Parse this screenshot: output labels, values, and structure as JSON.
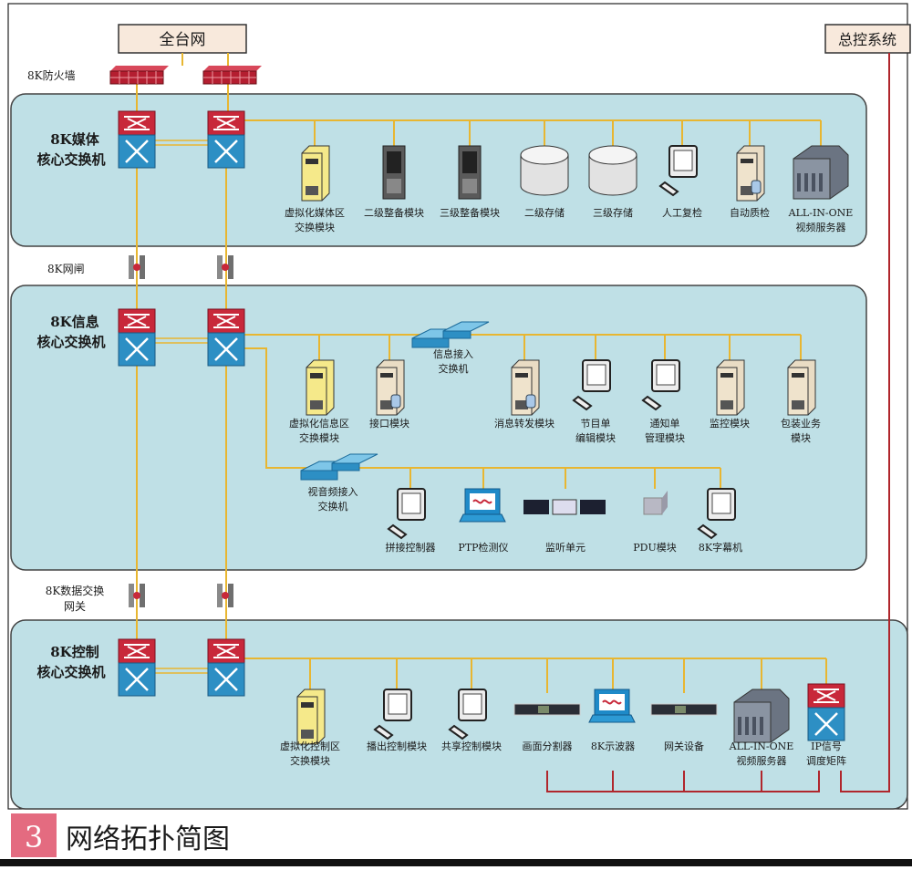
{
  "top": {
    "network": "全台网",
    "master_control": "总控系统",
    "firewall_label": "8K防火墙"
  },
  "gate1_label": "8K网闸",
  "gate2_label": [
    "8K数据交换",
    "网关"
  ],
  "colors": {
    "panel": "#bfe0e6",
    "bus": "#e8b631",
    "control_line": "#b0262c",
    "caption_badge": "#e46b80"
  },
  "panels": [
    {
      "title": [
        "8K媒体",
        "核心交换机"
      ],
      "devices": [
        {
          "icon": "server-yellow-icon",
          "label": [
            "虚拟化媒体区",
            "交换模块"
          ]
        },
        {
          "icon": "rack-server-icon",
          "label": [
            "二级整备模块"
          ]
        },
        {
          "icon": "rack-server-icon",
          "label": [
            "三级整备模块"
          ]
        },
        {
          "icon": "storage-disk-icon",
          "label": [
            "二级存储"
          ]
        },
        {
          "icon": "storage-disk-icon",
          "label": [
            "三级存储"
          ]
        },
        {
          "icon": "workstation-icon",
          "label": [
            "人工复检"
          ]
        },
        {
          "icon": "database-server-icon",
          "label": [
            "自动质检"
          ]
        },
        {
          "icon": "all-in-one-server-icon",
          "label": [
            "ALL-IN-ONE",
            "视频服务器"
          ]
        }
      ]
    },
    {
      "title": [
        "8K信息",
        "核心交换机"
      ],
      "access_switch_1": [
        "信息接入",
        "交换机"
      ],
      "access_switch_2": [
        "视音频接入",
        "交换机"
      ],
      "devices": [
        {
          "icon": "server-yellow-icon",
          "label": [
            "虚拟化信息区",
            "交换模块"
          ]
        },
        {
          "icon": "database-server-icon",
          "label": [
            "接口模块"
          ]
        },
        {
          "icon": "database-server-icon",
          "label": [
            "消息转发模块"
          ]
        },
        {
          "icon": "workstation-icon",
          "label": [
            "节目单",
            "编辑模块"
          ]
        },
        {
          "icon": "workstation-icon",
          "label": [
            "通知单",
            "管理模块"
          ]
        },
        {
          "icon": "server-beige-icon",
          "label": [
            "监控模块"
          ]
        },
        {
          "icon": "server-beige-icon",
          "label": [
            "包装业务",
            "模块"
          ]
        }
      ],
      "devices_2": [
        {
          "icon": "workstation-icon",
          "label": [
            "拼接控制器"
          ]
        },
        {
          "icon": "laptop-icon",
          "label": [
            "PTP检测仪"
          ]
        },
        {
          "icon": "monitor-unit-icon",
          "label": [
            "监听单元"
          ]
        },
        {
          "icon": "pdu-icon",
          "label": [
            "PDU模块"
          ]
        },
        {
          "icon": "workstation-icon",
          "label": [
            "8K字幕机"
          ]
        }
      ]
    },
    {
      "title": [
        "8K控制",
        "核心交换机"
      ],
      "devices": [
        {
          "icon": "server-yellow-icon",
          "label": [
            "虚拟化控制区",
            "交换模块"
          ]
        },
        {
          "icon": "workstation-icon",
          "label": [
            "播出控制模块"
          ]
        },
        {
          "icon": "workstation-icon",
          "label": [
            "共享控制模块"
          ]
        },
        {
          "icon": "rack-unit-icon",
          "label": [
            "画面分割器"
          ]
        },
        {
          "icon": "laptop-icon",
          "label": [
            "8K示波器"
          ]
        },
        {
          "icon": "rack-unit-icon",
          "label": [
            "网关设备"
          ]
        },
        {
          "icon": "all-in-one-server-icon",
          "label": [
            "ALL-IN-ONE",
            "视频服务器"
          ]
        },
        {
          "icon": "core-switch-icon",
          "label": [
            "IP信号",
            "调度矩阵"
          ]
        }
      ]
    }
  ],
  "caption": {
    "number": "3",
    "title": "网络拓扑简图"
  }
}
